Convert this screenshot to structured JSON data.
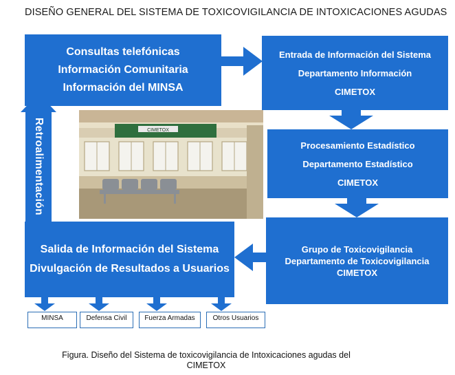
{
  "title": "DISEÑO GENERAL DEL SISTEMA DE TOXICOVIGILANCIA DE INTOXICACIONES AGUDAS",
  "boxes": {
    "consultas": [
      "Consultas telefónicas",
      "Información Comunitaria",
      "Información del MINSA"
    ],
    "entrada": [
      "Entrada de Información del Sistema",
      "Departamento Información",
      "CIMETOX"
    ],
    "procesamiento": [
      "Procesamiento Estadístico",
      "Departamento Estadístico",
      "CIMETOX"
    ],
    "grupo": [
      "Grupo de Toxicovigilancia",
      "Departamento de Toxicovigilancia",
      "CIMETOX"
    ],
    "salida": [
      "Salida de Información del Sistema",
      "Divulgación de Resultados a Usuarios"
    ]
  },
  "feedback_label": "Retroalimentación",
  "recipients": [
    "MINSA",
    "Defensa Civil",
    "Fuerza Armadas",
    "Otros Usuarios"
  ],
  "caption": [
    "Figura. Diseño del Sistema de toxicovigilancia de Intoxicaciones agudas del",
    "CIMETOX"
  ],
  "photo": {
    "sign_text": "CIMETOX"
  },
  "colors": {
    "box_blue": "#1f6fd0",
    "arrow_blue": "#1f6fd0",
    "recipient_border": "#2a6db5"
  }
}
